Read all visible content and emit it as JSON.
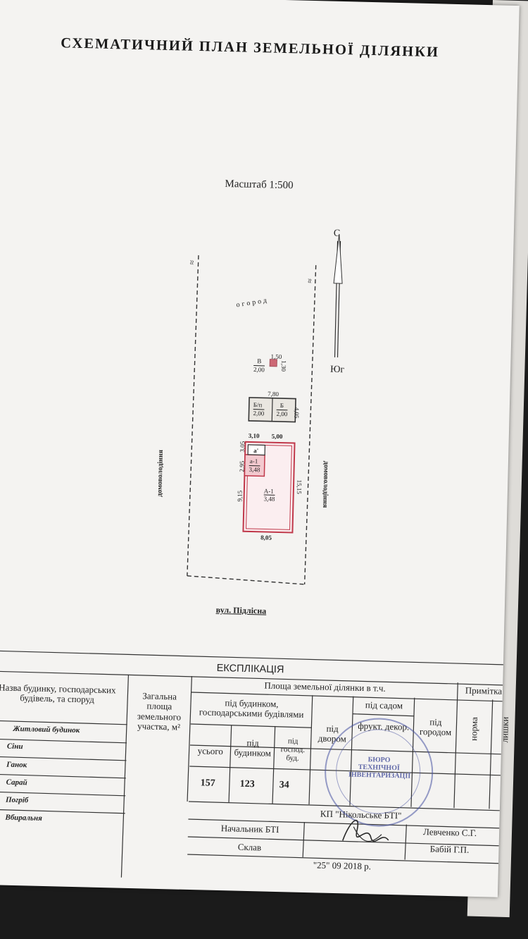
{
  "title": "СХЕМАТИЧНИЙ ПЛАН ЗЕМЕЛЬНОЇ ДІЛЯНКИ",
  "scale": "Масштаб  1:500",
  "compass": {
    "north": "С",
    "south": "Юг"
  },
  "plan": {
    "garden_label": "огород",
    "left_neighbor": "домоволодіння",
    "right_neighbor": "домоволодіння",
    "street": "вул. Підлісна",
    "break_mark": "≈",
    "building_v": {
      "label": "В",
      "dim_w": "1,50",
      "dim_h": "1,30",
      "height": "2,00"
    },
    "building_b": {
      "left_label": "Б/п",
      "left_height": "2,00",
      "right_label": "Б",
      "right_height": "2,00",
      "dim_w": "7,80",
      "dim_h": "4,05"
    },
    "house": {
      "dim_top_left": "3,10",
      "dim_top_right": "5,00",
      "dim_side_a": "3,05",
      "dim_side_b": "2,95",
      "dim_left": "9,15",
      "dim_right": "15,15",
      "dim_bottom": "8,05",
      "porch": "а'",
      "annex": "а-1",
      "annex_height": "3,48",
      "main": "А-1",
      "main_height": "3,48"
    }
  },
  "explication": {
    "header": "ЕКСПЛІКАЦІЯ",
    "col_name": "Назва будинку, господарських будівель, та споруд",
    "col_total": "Загальна площа земельного участка, м²",
    "col_area": "Площа земельної ділянки в т.ч.",
    "col_note": "Примітка",
    "col_under_buildings": "під будинком, господарськими будівлями",
    "col_all": "усього",
    "col_house": "під будинком",
    "col_outbuild": "під господ. буд.",
    "col_yard": "під двором",
    "col_garden_group": "під садом",
    "col_fruit": "фрукт. декор.",
    "col_vegetable": "під городом",
    "col_norm": "норма",
    "col_excess": "лишки",
    "left_items": [
      "Житловий будинок",
      "Сіни",
      "Ганок",
      "Сарай",
      "Погріб",
      "Вбиральня"
    ],
    "values": {
      "all": "157",
      "house": "123",
      "outbuild": "34"
    },
    "org": "КП \"Нікольське БТІ\"",
    "chief_label": "Начальник БТІ",
    "chief_name": "Левченко С.Г.",
    "compiled_label": "Склав",
    "compiled_name": "Бабій Г.П.",
    "date": "\"25\"      09      2018 р."
  },
  "stamp": {
    "center": "БЮРО ТЕХНІЧНОЇ ІНВЕНТАРИЗАЦІЇ"
  },
  "colors": {
    "paper": "#f4f3f1",
    "outline_red": "#c0394b",
    "ink": "#222222",
    "stamp_blue": "#4650a0"
  }
}
